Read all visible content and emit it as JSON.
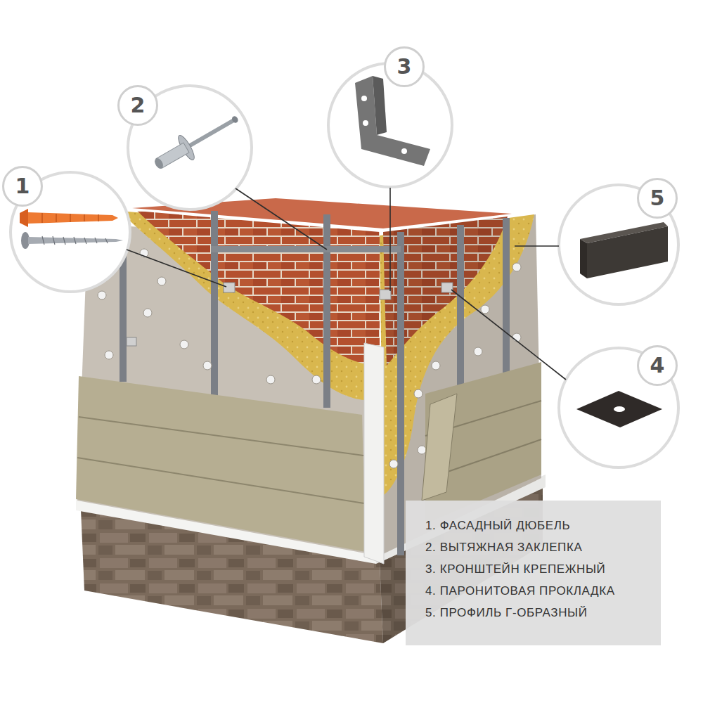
{
  "diagram": {
    "nodes": [
      {
        "text": [
          "1"
        ]
      },
      {
        "text": [
          "2"
        ]
      },
      {
        "text": [
          "3"
        ]
      },
      {
        "text": [
          "4"
        ]
      },
      {
        "text": [
          "5"
        ]
      },
      {
        "text": [
          "1. ФАСАДНЫЙ ДЮБЕЛЬ",
          "2. ВЫТЯЖНАЯ ЗАКЛЕПКА",
          "3. КРОНШТЕЙН КРЕПЕЖНЫЙ",
          "4. ПАРОНИТОВАЯ ПРОКЛАДКА",
          "5. ПРОФИЛЬ Г-ОБРАЗНЫЙ"
        ]
      }
    ]
  }
}
